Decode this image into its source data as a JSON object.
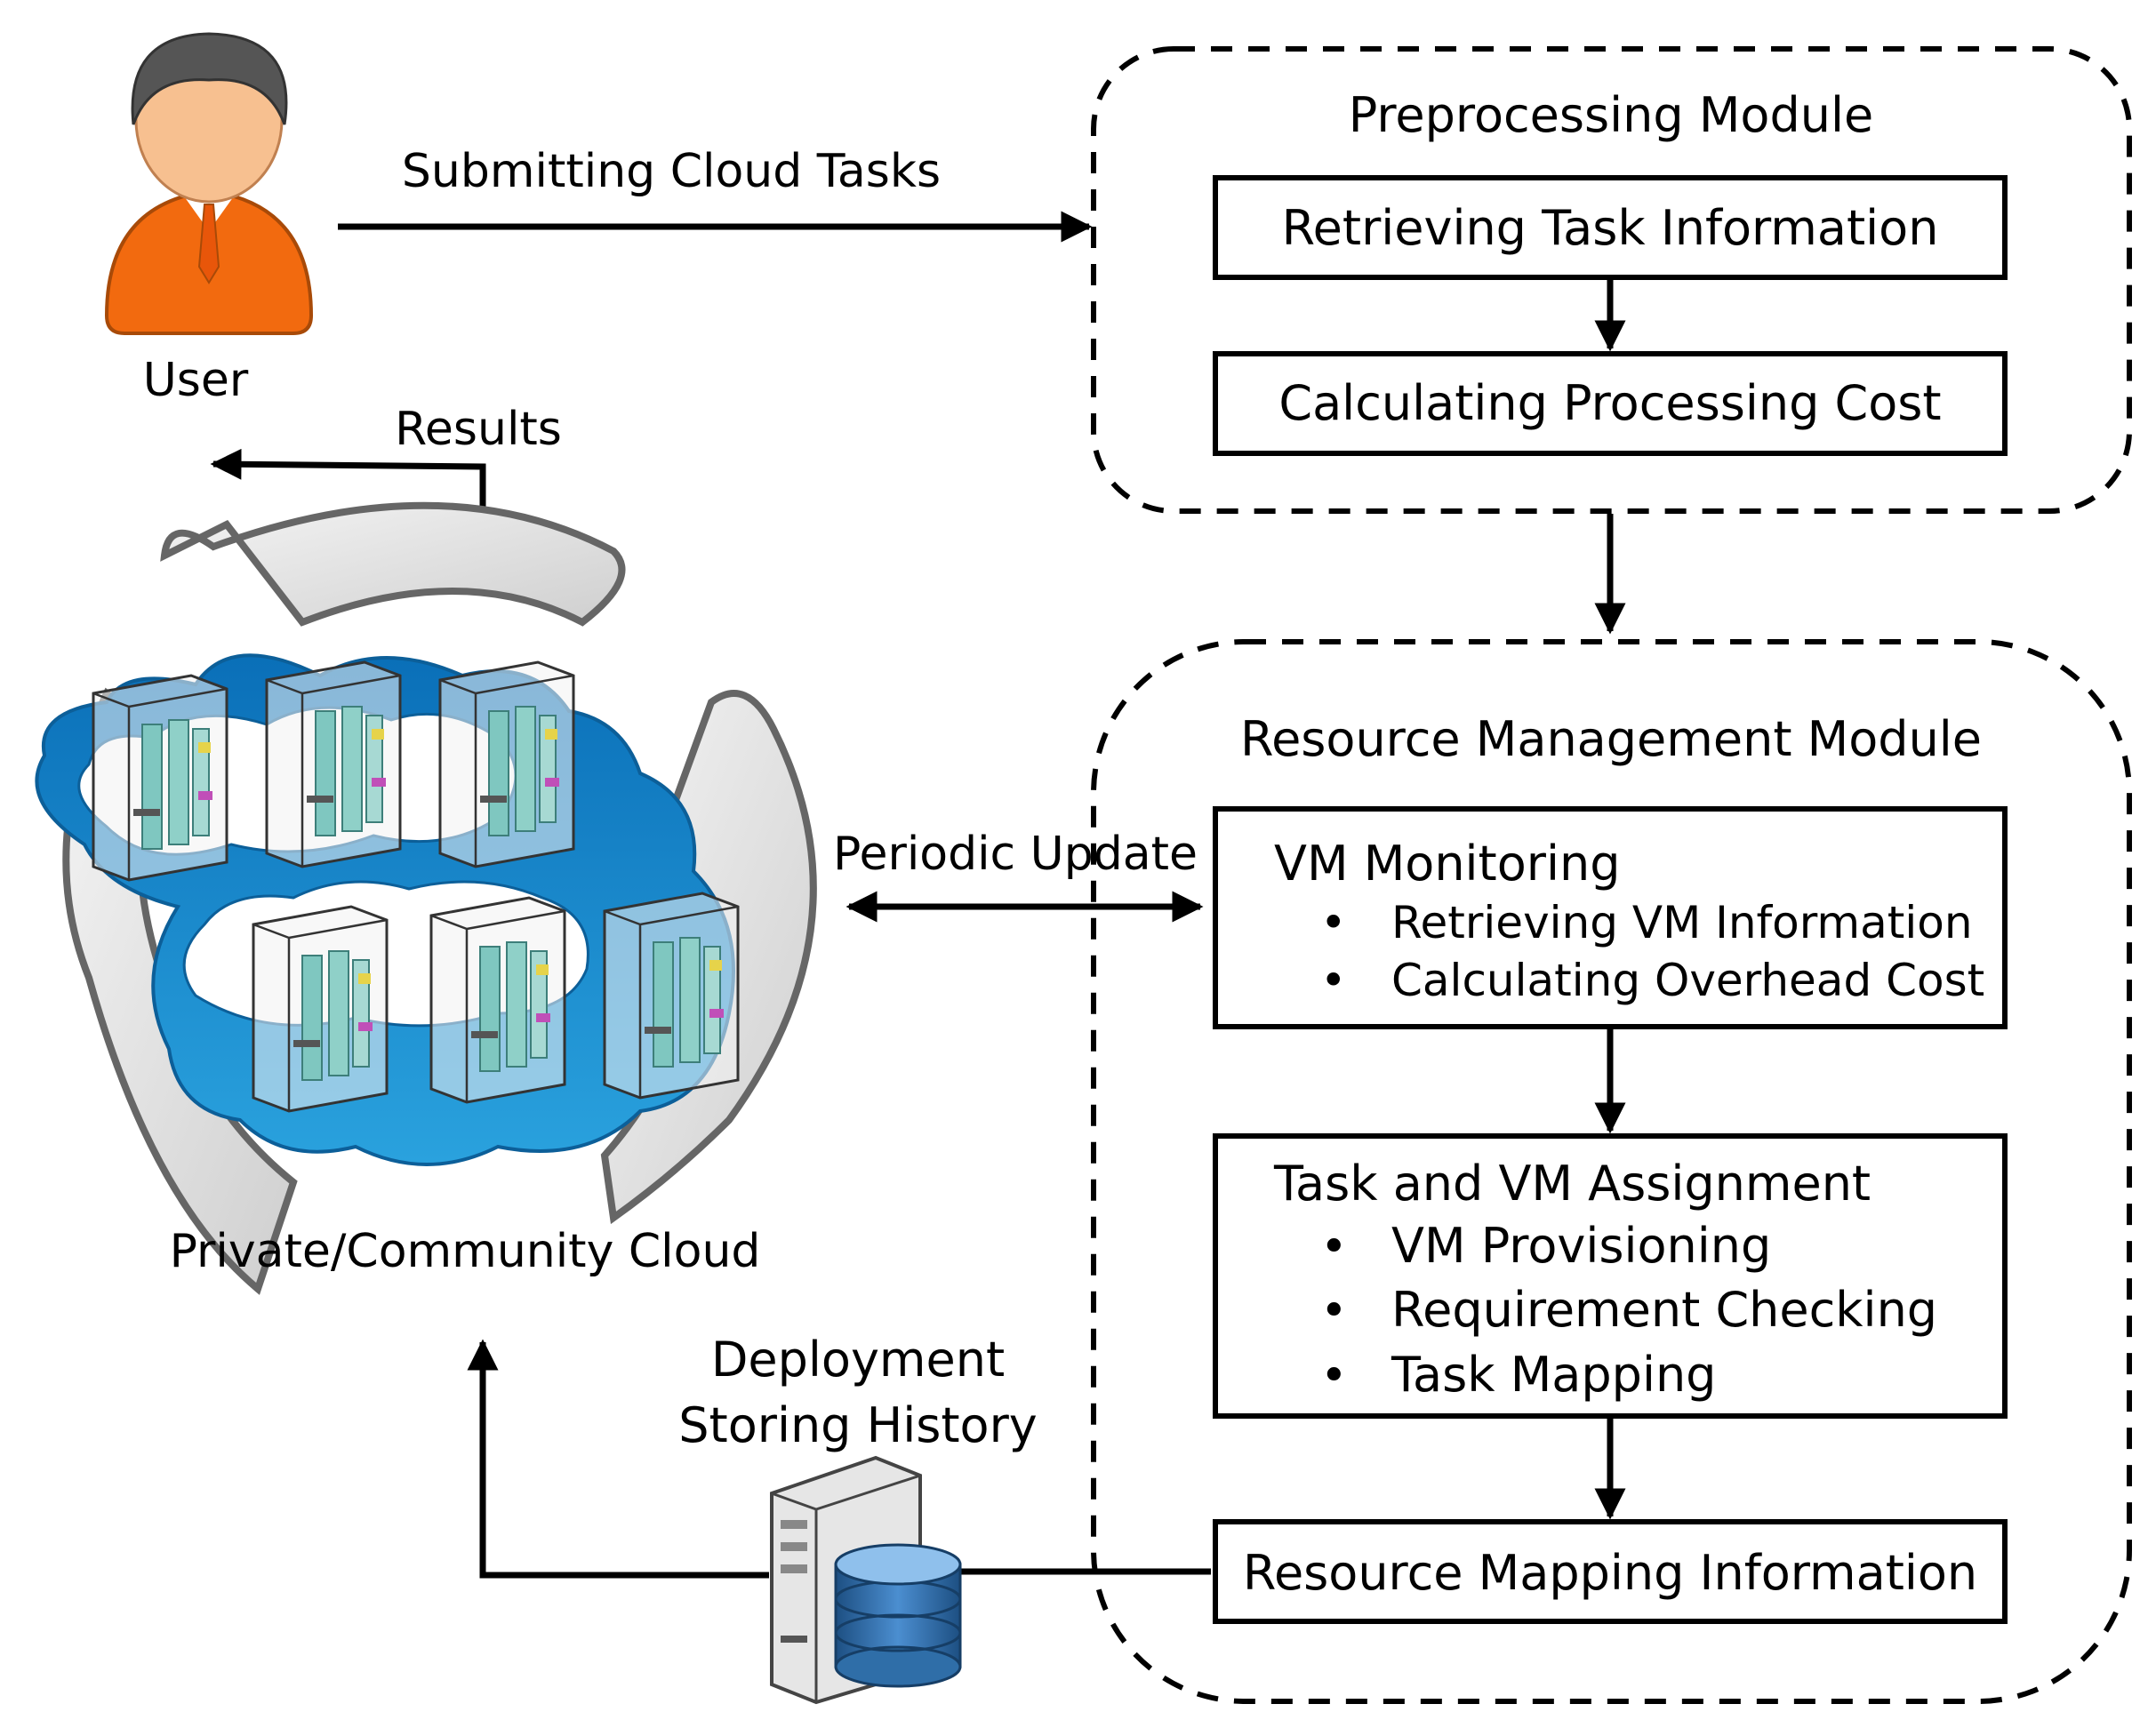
{
  "actors": {
    "user": "User",
    "cloud": "Private/Community Cloud"
  },
  "flows": {
    "submit": "Submitting Cloud Tasks",
    "results": "Results",
    "periodic_update": "Periodic Update",
    "deployment_line1": "Deployment",
    "deployment_line2": "Storing History"
  },
  "preprocessing": {
    "title": "Preprocessing Module",
    "steps": [
      "Retrieving Task Information",
      "Calculating Processing Cost"
    ]
  },
  "resource_management": {
    "title": "Resource Management Module",
    "vm_monitoring": {
      "title": "VM Monitoring",
      "items": [
        "Retrieving VM Information",
        "Calculating Overhead Cost"
      ]
    },
    "assignment": {
      "title": "Task and VM Assignment",
      "items": [
        "VM Provisioning",
        "Requirement Checking",
        "Task Mapping"
      ]
    },
    "mapping_info": "Resource Mapping Information"
  },
  "colors": {
    "user_body": "#f26a0f",
    "user_skin": "#f7c090",
    "user_hair": "#555555",
    "cloud_blue": "#1f8fd0",
    "cloud_light": "#bfe0f2",
    "db_blue": "#2f6ea8"
  }
}
